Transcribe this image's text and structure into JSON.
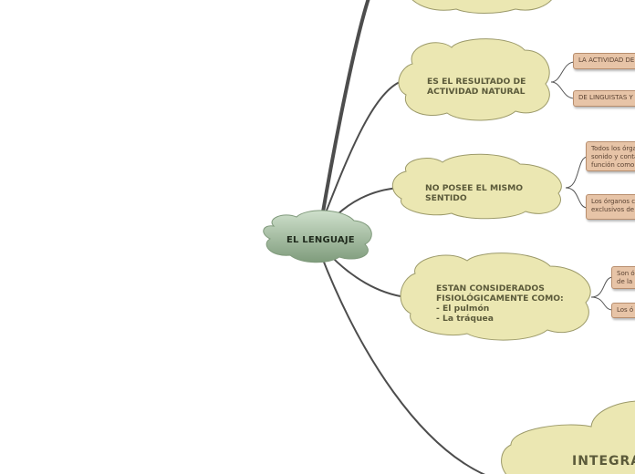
{
  "map": {
    "central": "EL LENGUAJE",
    "nodes": [
      {
        "label": "ES EL RESULTADO DE\nACTIVIDAD NATURAL",
        "leaves": [
          "LA ACTIVIDAD DE",
          "DE LINGUISTAS Y"
        ]
      },
      {
        "label": "NO POSEE EL MISMO\nSENTIDO",
        "leaves": [
          "Todos los órga\nsonido y conta\nfunción como",
          "Los órganos c\nexclusivos de"
        ]
      },
      {
        "label": "ESTAN CONSIDERADOS\nFISIOLÓGICAMENTE COMO:\n- El pulmón\n- La tráquea",
        "leaves": [
          "Son ó\nde la",
          "Los ó"
        ]
      }
    ],
    "bottom_node": "INTEGRA"
  },
  "colors": {
    "cloud_fill": "#ebe7b2",
    "cloud_stroke": "#9c9a6a",
    "central_fill": "#a9c4a6",
    "connector": "#555555",
    "leaf_fill": "#e7c4a7"
  }
}
